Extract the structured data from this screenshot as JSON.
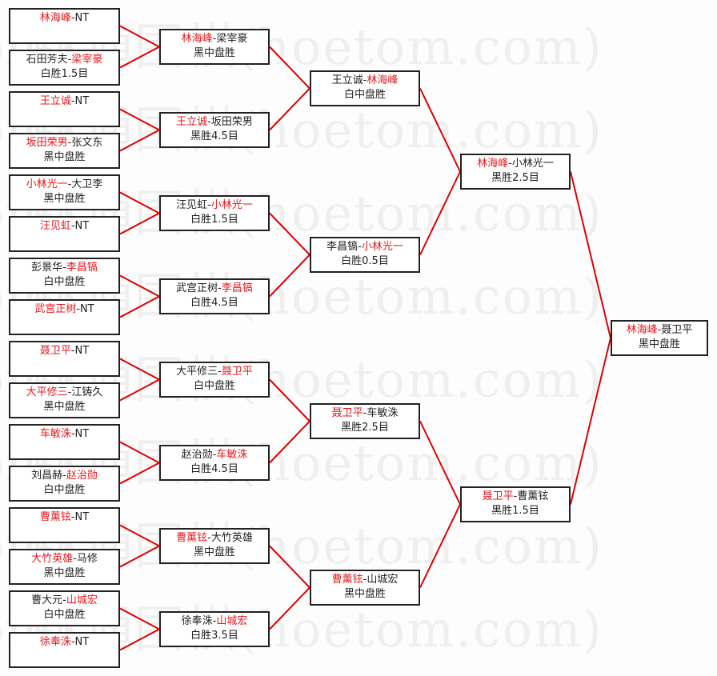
{
  "watermark": "弘通围棋(hoetom.com)",
  "colors": {
    "winner": "#e8181c",
    "line": "#e00000",
    "text": "#222222"
  },
  "rounds": [
    [
      {
        "parts": [
          {
            "t": "林海峰",
            "red": true
          },
          {
            "t": "-NT",
            "red": false
          }
        ],
        "result": ""
      },
      {
        "parts": [
          {
            "t": "石田芳夫-",
            "red": false
          },
          {
            "t": "梁宰豪",
            "red": true
          }
        ],
        "result": "白胜1.5目"
      },
      {
        "parts": [
          {
            "t": "王立诚",
            "red": true
          },
          {
            "t": "-NT",
            "red": false
          }
        ],
        "result": ""
      },
      {
        "parts": [
          {
            "t": "坂田荣男",
            "red": true
          },
          {
            "t": "-张文东",
            "red": false
          }
        ],
        "result": "黑中盘胜"
      },
      {
        "parts": [
          {
            "t": "小林光一",
            "red": true
          },
          {
            "t": "-大卫李",
            "red": false
          }
        ],
        "result": "黑中盘胜"
      },
      {
        "parts": [
          {
            "t": "汪见虹",
            "red": true
          },
          {
            "t": "-NT",
            "red": false
          }
        ],
        "result": ""
      },
      {
        "parts": [
          {
            "t": "彭景华-",
            "red": false
          },
          {
            "t": "李昌镐",
            "red": true
          }
        ],
        "result": "白中盘胜"
      },
      {
        "parts": [
          {
            "t": "武宫正树",
            "red": true
          },
          {
            "t": "-NT",
            "red": false
          }
        ],
        "result": ""
      },
      {
        "parts": [
          {
            "t": "聂卫平",
            "red": true
          },
          {
            "t": "-NT",
            "red": false
          }
        ],
        "result": ""
      },
      {
        "parts": [
          {
            "t": "大平修三",
            "red": true
          },
          {
            "t": "-江铸久",
            "red": false
          }
        ],
        "result": "黑中盘胜"
      },
      {
        "parts": [
          {
            "t": "车敏洙",
            "red": true
          },
          {
            "t": "-NT",
            "red": false
          }
        ],
        "result": ""
      },
      {
        "parts": [
          {
            "t": "刘昌赫-",
            "red": false
          },
          {
            "t": "赵治勋",
            "red": true
          }
        ],
        "result": "白中盘胜"
      },
      {
        "parts": [
          {
            "t": "曹薰铉",
            "red": true
          },
          {
            "t": "-NT",
            "red": false
          }
        ],
        "result": ""
      },
      {
        "parts": [
          {
            "t": "大竹英雄",
            "red": true
          },
          {
            "t": "-马修",
            "red": false
          }
        ],
        "result": "黑中盘胜"
      },
      {
        "parts": [
          {
            "t": "曹大元-",
            "red": false
          },
          {
            "t": "山城宏",
            "red": true
          }
        ],
        "result": "白中盘胜"
      },
      {
        "parts": [
          {
            "t": "徐奉洙",
            "red": true
          },
          {
            "t": "-NT",
            "red": false
          }
        ],
        "result": ""
      }
    ],
    [
      {
        "parts": [
          {
            "t": "林海峰",
            "red": true
          },
          {
            "t": "-梁宰豪",
            "red": false
          }
        ],
        "result": "黑中盘胜"
      },
      {
        "parts": [
          {
            "t": "王立诚",
            "red": true
          },
          {
            "t": "-坂田荣男",
            "red": false
          }
        ],
        "result": "黑胜4.5目"
      },
      {
        "parts": [
          {
            "t": "汪见虹-",
            "red": false
          },
          {
            "t": "小林光一",
            "red": true
          }
        ],
        "result": "白胜1.5目"
      },
      {
        "parts": [
          {
            "t": "武宫正树-",
            "red": false
          },
          {
            "t": "李昌镐",
            "red": true
          }
        ],
        "result": "白胜4.5目"
      },
      {
        "parts": [
          {
            "t": "大平修三-",
            "red": false
          },
          {
            "t": "聂卫平",
            "red": true
          }
        ],
        "result": "白中盘胜"
      },
      {
        "parts": [
          {
            "t": "赵治勋-",
            "red": false
          },
          {
            "t": "车敏洙",
            "red": true
          }
        ],
        "result": "白胜4.5目"
      },
      {
        "parts": [
          {
            "t": "曹薰铉",
            "red": true
          },
          {
            "t": "-大竹英雄",
            "red": false
          }
        ],
        "result": "黑中盘胜"
      },
      {
        "parts": [
          {
            "t": "徐奉洙-",
            "red": false
          },
          {
            "t": "山城宏",
            "red": true
          }
        ],
        "result": "白胜3.5目"
      }
    ],
    [
      {
        "parts": [
          {
            "t": "王立诚-",
            "red": false
          },
          {
            "t": "林海峰",
            "red": true
          }
        ],
        "result": "白中盘胜"
      },
      {
        "parts": [
          {
            "t": "李昌镐-",
            "red": false
          },
          {
            "t": "小林光一",
            "red": true
          }
        ],
        "result": "白胜0.5目"
      },
      {
        "parts": [
          {
            "t": "聂卫平",
            "red": true
          },
          {
            "t": "-车敏洙",
            "red": false
          }
        ],
        "result": "黑胜2.5目"
      },
      {
        "parts": [
          {
            "t": "曹薰铉",
            "red": true
          },
          {
            "t": "-山城宏",
            "red": false
          }
        ],
        "result": "黑中盘胜"
      }
    ],
    [
      {
        "parts": [
          {
            "t": "林海峰",
            "red": true
          },
          {
            "t": "-小林光一",
            "red": false
          }
        ],
        "result": "黑胜2.5目"
      },
      {
        "parts": [
          {
            "t": "聂卫平",
            "red": true
          },
          {
            "t": "-曹薰铉",
            "red": false
          }
        ],
        "result": "黑胜1.5目"
      }
    ],
    [
      {
        "parts": [
          {
            "t": "林海峰",
            "red": true
          },
          {
            "t": "-聂卫平",
            "red": false
          }
        ],
        "result": "黑中盘胜"
      }
    ]
  ]
}
